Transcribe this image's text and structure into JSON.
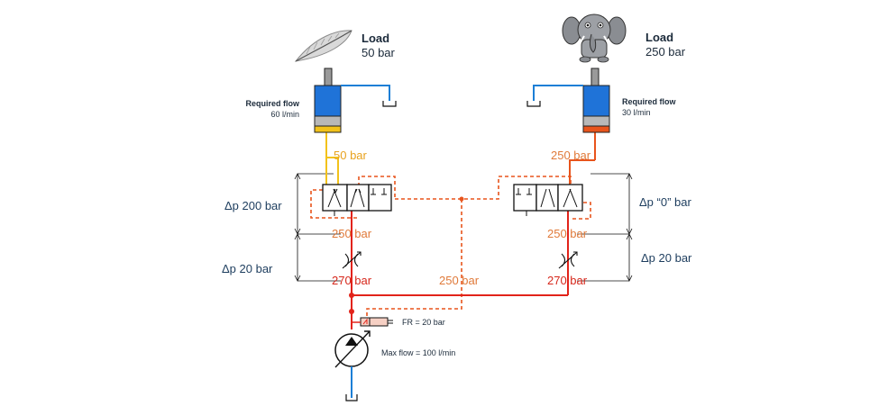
{
  "colors": {
    "pressure_red": "#e2231a",
    "load_sense_orange": "#e8541c",
    "low_pressure_yellow": "#f2c21b",
    "tank_blue": "#1c7fd6",
    "cylinder_blue": "#1f73d8",
    "label_orange": "#e07a3a",
    "label_navy": "#1d3d5e"
  },
  "left_actuator": {
    "load_title": "Load",
    "load_value": "50 bar",
    "flow_title": "Required flow",
    "flow_value": "60 l/min",
    "load_icon": "feather-icon"
  },
  "right_actuator": {
    "load_title": "Load",
    "load_value": "250 bar",
    "flow_title": "Required flow",
    "flow_value": "30 l/min",
    "load_icon": "elephant-icon"
  },
  "pressures": {
    "left_cylinder_line": "50 bar",
    "right_cylinder_line": "250 bar",
    "left_after_valve": "250 bar",
    "right_after_valve": "250 bar",
    "left_supply": "270 bar",
    "right_supply": "270 bar",
    "load_sense_line": "250 bar"
  },
  "deltas": {
    "left_valve": "Δp 200 bar",
    "left_compensator": "Δp 20 bar",
    "right_valve": "Δp “0” bar",
    "right_compensator": "Δp 20 bar"
  },
  "pump": {
    "flow_regulator": "FR = 20 bar",
    "max_flow": "Max flow = 100 l/min"
  }
}
